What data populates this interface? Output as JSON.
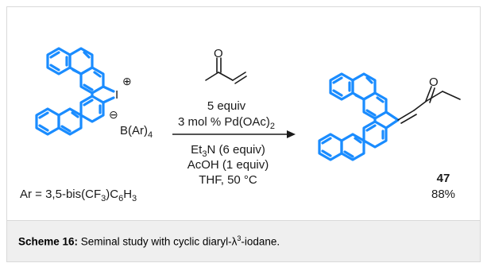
{
  "scheme": {
    "reagent": {
      "amount": "5 equiv",
      "catalyst": {
        "prefix": "3 mol % Pd(OAc)",
        "sub": "2"
      }
    },
    "conditions": {
      "base": {
        "main": "Et",
        "sub": "3",
        "rest": "N (6 equiv)"
      },
      "acid": "AcOH (1 equiv)",
      "solvent_temp": "THF, 50 °C"
    },
    "substrate": {
      "iodine": "I",
      "cation_charge": "⊕",
      "anion_charge": "⊖",
      "counterion": {
        "main": "B(Ar)",
        "sub": "4"
      },
      "ar_definition": {
        "p1": "Ar = 3,5-bis(CF",
        "s1": "3",
        "p2": ")C",
        "s2": "6",
        "p3": "H",
        "s3": "3"
      }
    },
    "reagent_oxygen": "O",
    "product": {
      "oxygen": "O",
      "compound_number": "47",
      "yield": "88%"
    }
  },
  "caption": {
    "label": "Scheme 16:",
    "text_before": " Seminal study with cyclic diaryl-λ",
    "superscript": "3",
    "text_after": "-iodane."
  },
  "colors": {
    "bond_blue": "#1a8cff",
    "bond_black": "#1a1a1a",
    "caption_background": "#efefef",
    "frame_border": "#d9d9d9"
  }
}
